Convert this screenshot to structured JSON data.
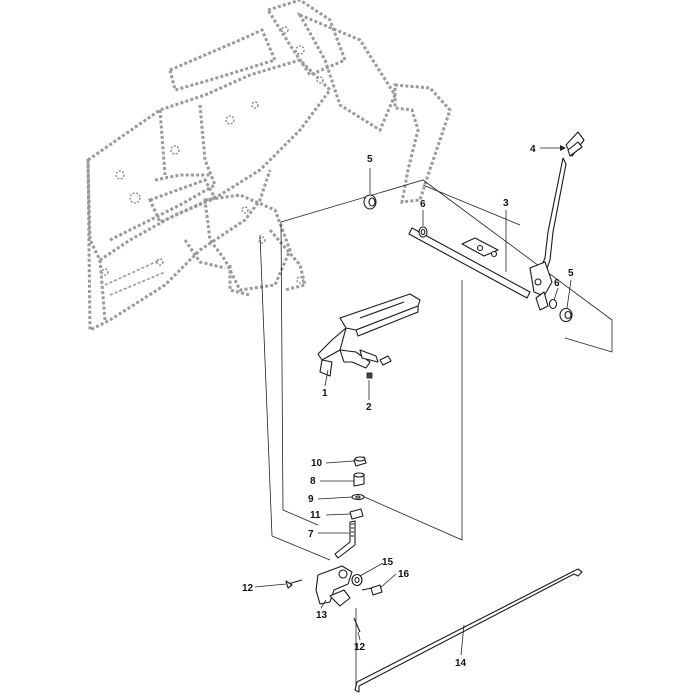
{
  "callouts": {
    "c1": "1",
    "c2": "2",
    "c3": "3",
    "c4": "4",
    "c5a": "5",
    "c5b": "5",
    "c6a": "6",
    "c6b": "6",
    "c7": "7",
    "c8": "8",
    "c9": "9",
    "c10": "10",
    "c11": "11",
    "c12a": "12",
    "c12b": "12",
    "c13": "13",
    "c14": "14",
    "c15": "15",
    "c16": "16"
  },
  "colors": {
    "frame": "#9a9a9a",
    "line": "#1a1a1a",
    "background": "#ffffff"
  }
}
